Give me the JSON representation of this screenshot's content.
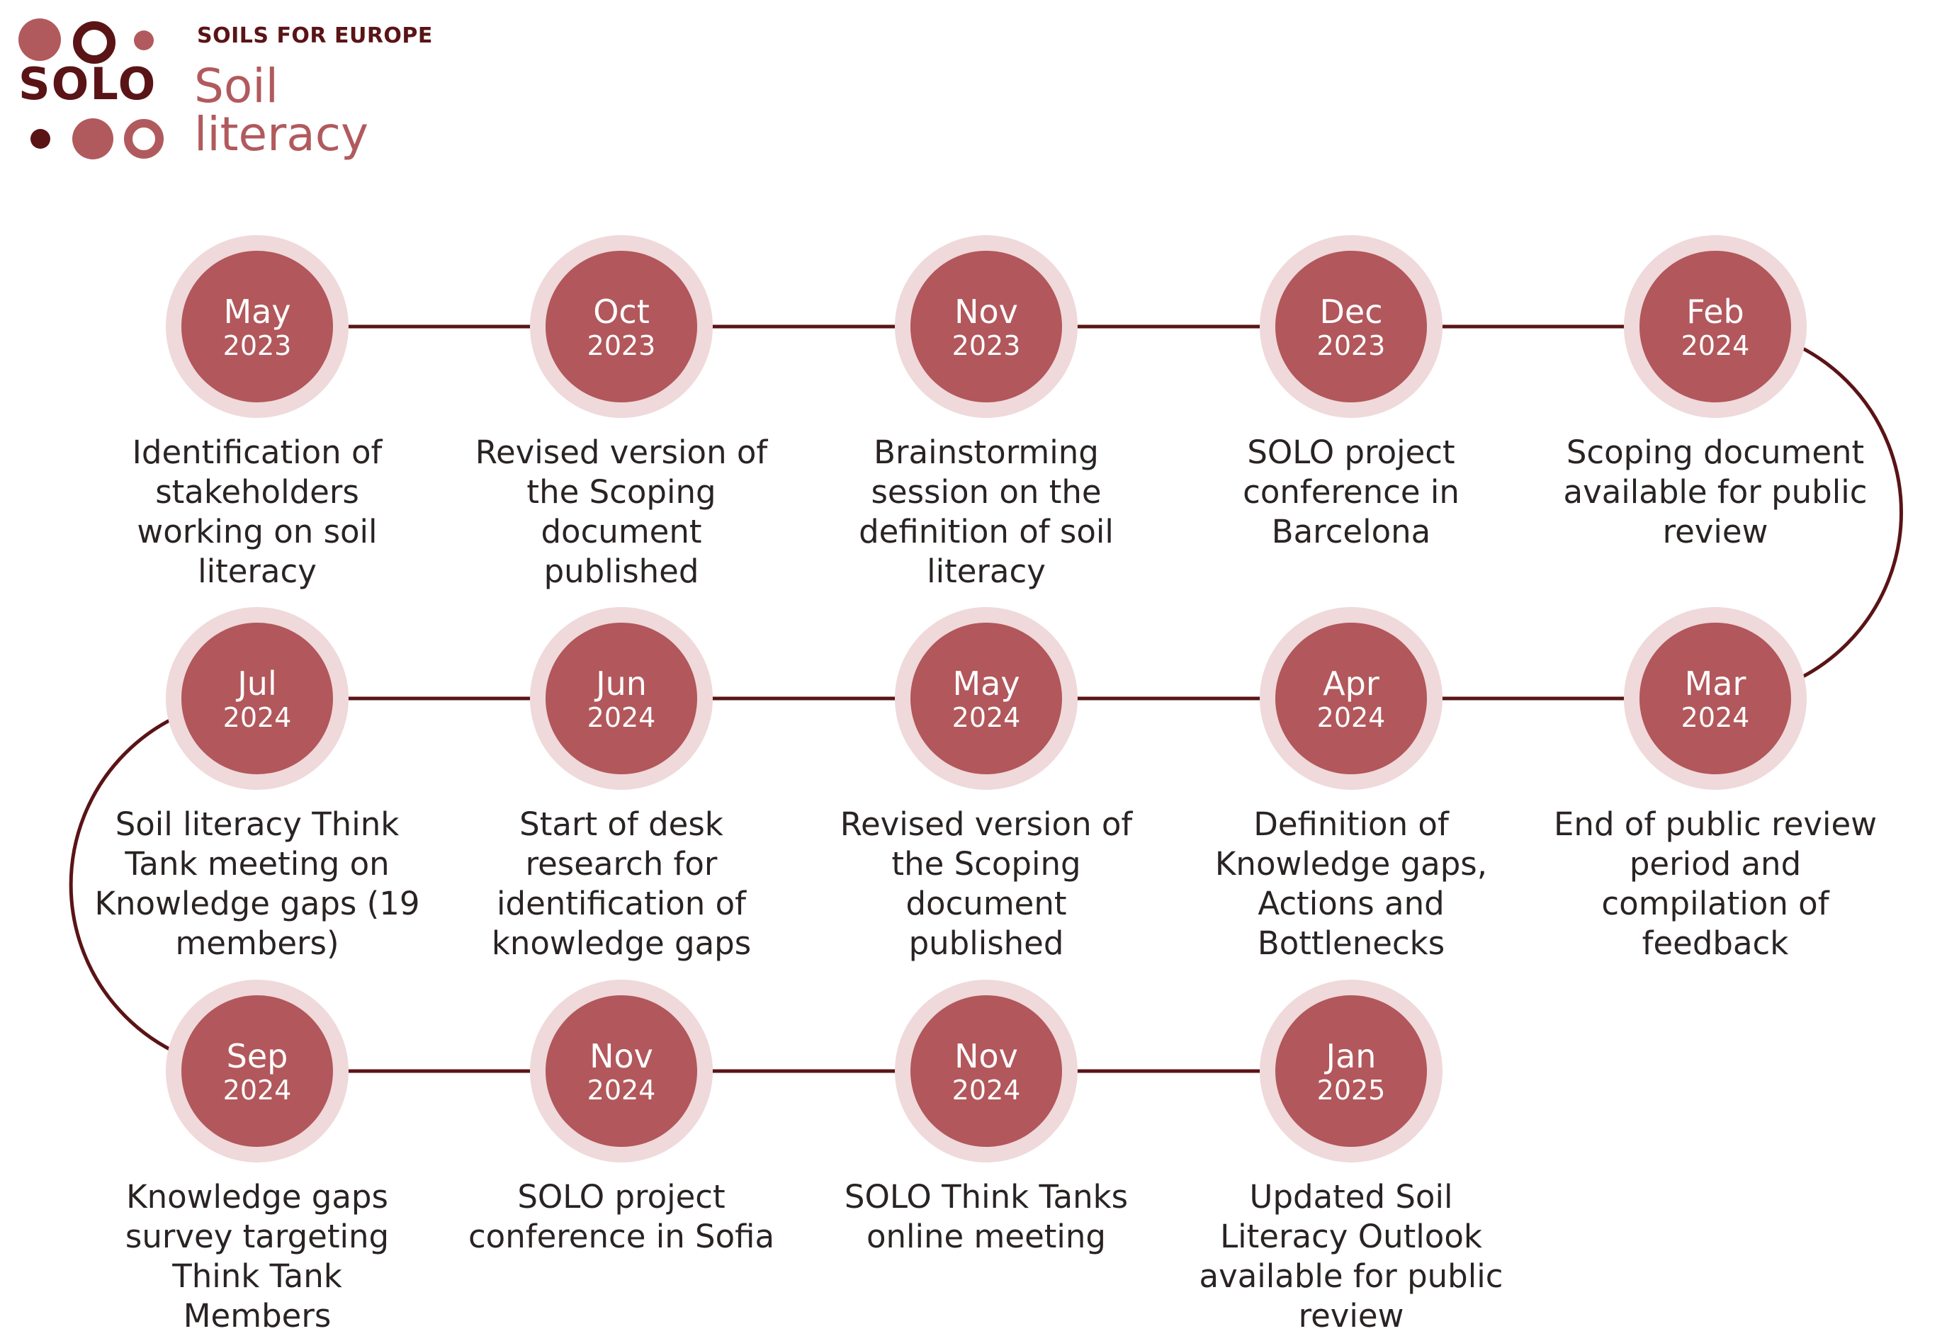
{
  "logo": {
    "brand": "SOLO",
    "tagline": "SOILS FOR EUROPE",
    "title": "Soil literacy",
    "dot_colors": {
      "dark": "#5a1416",
      "medium": "#b15a5d"
    }
  },
  "colors": {
    "connector": "#5a1416",
    "node_fill": "#b2575b",
    "node_halo": "#efd9da",
    "node_text": "#ffffff",
    "caption_text": "#2a2323"
  },
  "milestones": [
    {
      "month": "May",
      "year": "2023",
      "caption": "Identification of stakeholders working on soil literacy"
    },
    {
      "month": "Oct",
      "year": "2023",
      "caption": "Revised version of the Scoping document published"
    },
    {
      "month": "Nov",
      "year": "2023",
      "caption": "Brainstorming session on the definition of soil literacy"
    },
    {
      "month": "Dec",
      "year": "2023",
      "caption": "SOLO project conference in Barcelona"
    },
    {
      "month": "Feb",
      "year": "2024",
      "caption": "Scoping document available for public review"
    },
    {
      "month": "Mar",
      "year": "2024",
      "caption": "End of public review period and compilation of feedback"
    },
    {
      "month": "Apr",
      "year": "2024",
      "caption": "Definition of Knowledge gaps, Actions and Bottlenecks"
    },
    {
      "month": "May",
      "year": "2024",
      "caption": "Revised version of the Scoping document published"
    },
    {
      "month": "Jun",
      "year": "2024",
      "caption": "Start of desk research for identification of knowledge gaps"
    },
    {
      "month": "Jul",
      "year": "2024",
      "caption": "Soil literacy Think Tank meeting on Knowledge gaps (19 members)"
    },
    {
      "month": "Sep",
      "year": "2024",
      "caption": "Knowledge gaps survey targeting Think Tank Members"
    },
    {
      "month": "Nov",
      "year": "2024",
      "caption": "SOLO project conference in Sofia"
    },
    {
      "month": "Nov",
      "year": "2024",
      "caption": "SOLO Think Tanks online meeting"
    },
    {
      "month": "Jan",
      "year": "2025",
      "caption": "Updated Soil Literacy Outlook available for public review"
    }
  ]
}
